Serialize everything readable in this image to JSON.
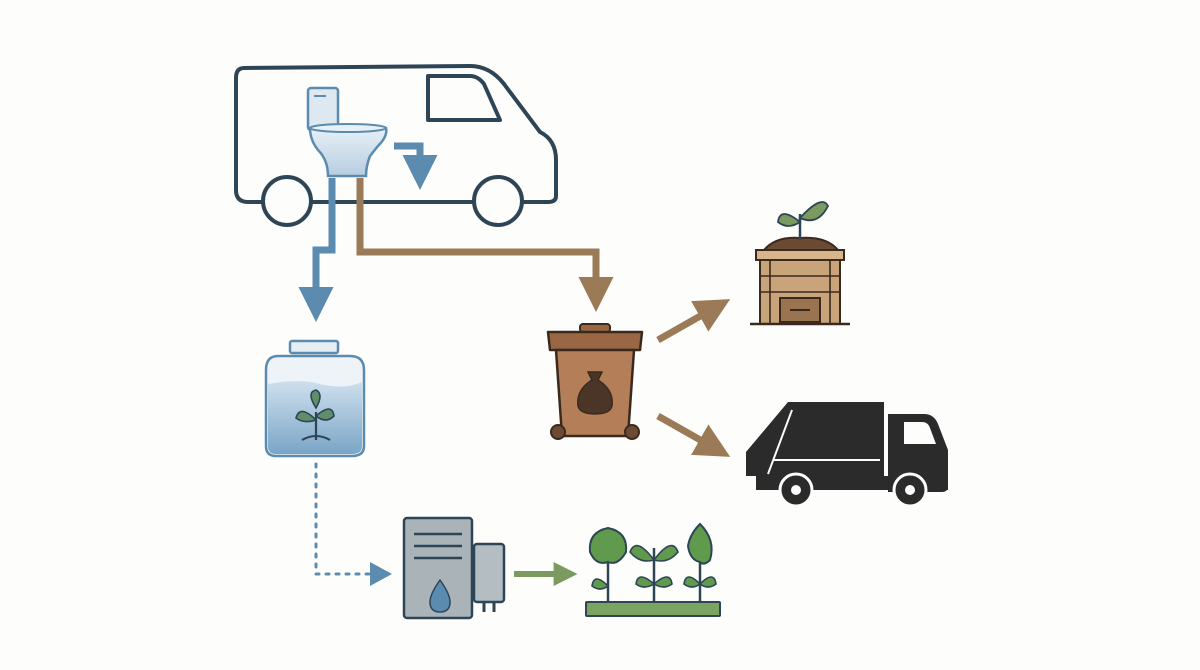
{
  "diagram": {
    "colors": {
      "outline": "#2e4556",
      "liquid": "#5b8bae",
      "solid": "#9b7a58",
      "bin": "#9a6744",
      "compost": "#c9a37a",
      "leaf": "#7a9a60",
      "truck": "#2b2b2b",
      "filter": "#a9b3b8",
      "plants": "#5f9a4d"
    },
    "nodes": [
      {
        "id": "van",
        "icon": "van-icon"
      },
      {
        "id": "toilet",
        "icon": "composting-toilet-icon"
      },
      {
        "id": "liquid-tank",
        "icon": "liquid-tank-icon"
      },
      {
        "id": "waste-bin",
        "icon": "waste-bin-icon"
      },
      {
        "id": "compost-bin",
        "icon": "compost-bin-icon"
      },
      {
        "id": "garbage-truck",
        "icon": "garbage-truck-icon"
      },
      {
        "id": "filter-unit",
        "icon": "filter-unit-icon"
      },
      {
        "id": "garden",
        "icon": "garden-plants-icon"
      }
    ],
    "edges": [
      {
        "from": "toilet",
        "to": "liquid-tank",
        "style": "liquid"
      },
      {
        "from": "toilet",
        "to": "waste-bin",
        "style": "solid"
      },
      {
        "from": "waste-bin",
        "to": "compost-bin",
        "style": "solid"
      },
      {
        "from": "waste-bin",
        "to": "garbage-truck",
        "style": "solid"
      },
      {
        "from": "liquid-tank",
        "to": "filter-unit",
        "style": "dotted"
      },
      {
        "from": "filter-unit",
        "to": "garden",
        "style": "green"
      }
    ]
  }
}
